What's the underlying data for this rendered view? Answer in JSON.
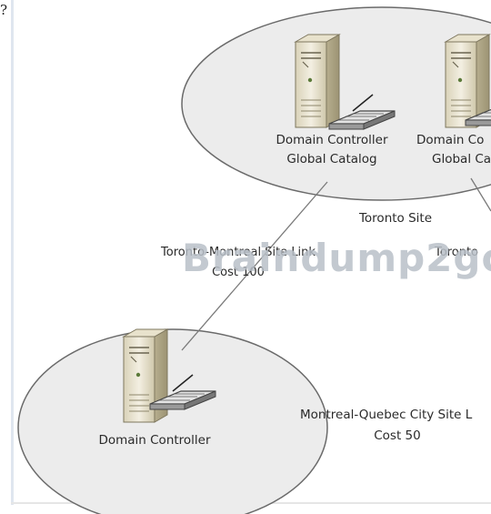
{
  "corner_mark": "?",
  "sites": {
    "toronto": {
      "site_label": "Toronto Site",
      "servers": [
        {
          "line1": "Domain Controller",
          "line2": "Global Catalog"
        },
        {
          "line1": "Domain Co",
          "line2": "Global Ca"
        }
      ]
    },
    "montreal": {
      "servers": [
        {
          "line1": "Domain Controller"
        }
      ]
    }
  },
  "links": {
    "toronto_montreal": {
      "name": "Toronto-Montreal Site Link",
      "cost": "Cost 100"
    },
    "montreal_quebec": {
      "name": "Montreal-Quebec City Site L",
      "cost": "Cost 50"
    },
    "partial_label": "Toronto"
  },
  "watermark": "Braindump2go",
  "colors": {
    "site_fill": "#ececec",
    "site_stroke": "#6a6a6a",
    "link_line": "#7a7a7a",
    "text": "#2a2a2a",
    "watermark": "#b9c0c8",
    "left_rule": "#dfe6ef"
  },
  "icons": [
    "server-icon",
    "keyboard-icon"
  ]
}
